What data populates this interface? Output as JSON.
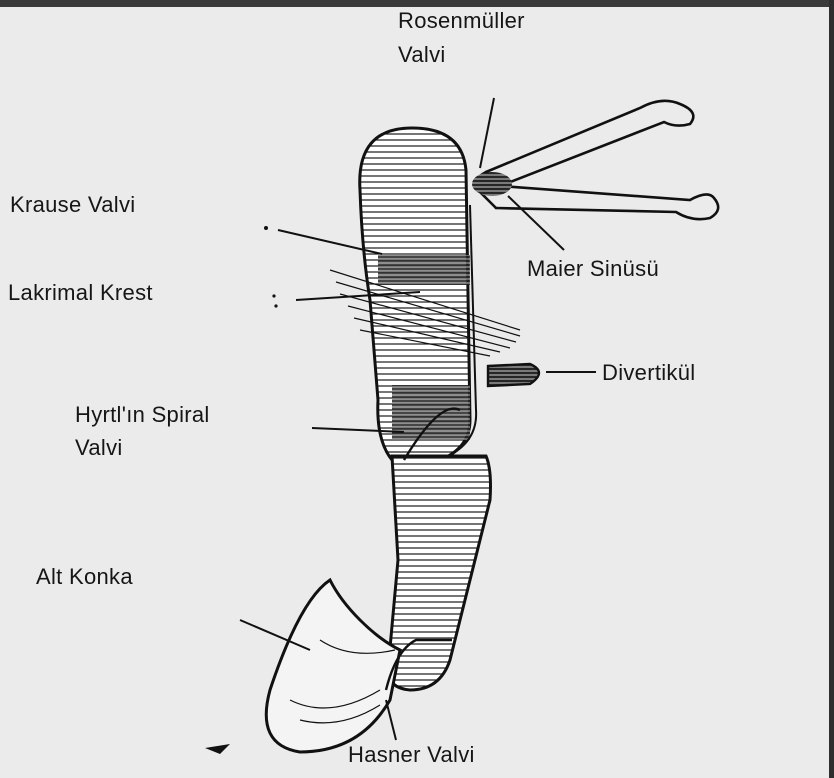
{
  "labels": {
    "rosenmuller_line1": "Rosenmüller",
    "rosenmuller_line2": "Valvi",
    "krause": "Krause Valvi",
    "maier": "Maier Sinüsü",
    "lakrimal": "Lakrimal Krest",
    "divertikul": "Divertikül",
    "hyrtl_line1": "Hyrtl'ın Spiral",
    "hyrtl_line2": "Valvi",
    "alt_konka": "Alt Konka",
    "hasner": "Hasner Valvi"
  }
}
